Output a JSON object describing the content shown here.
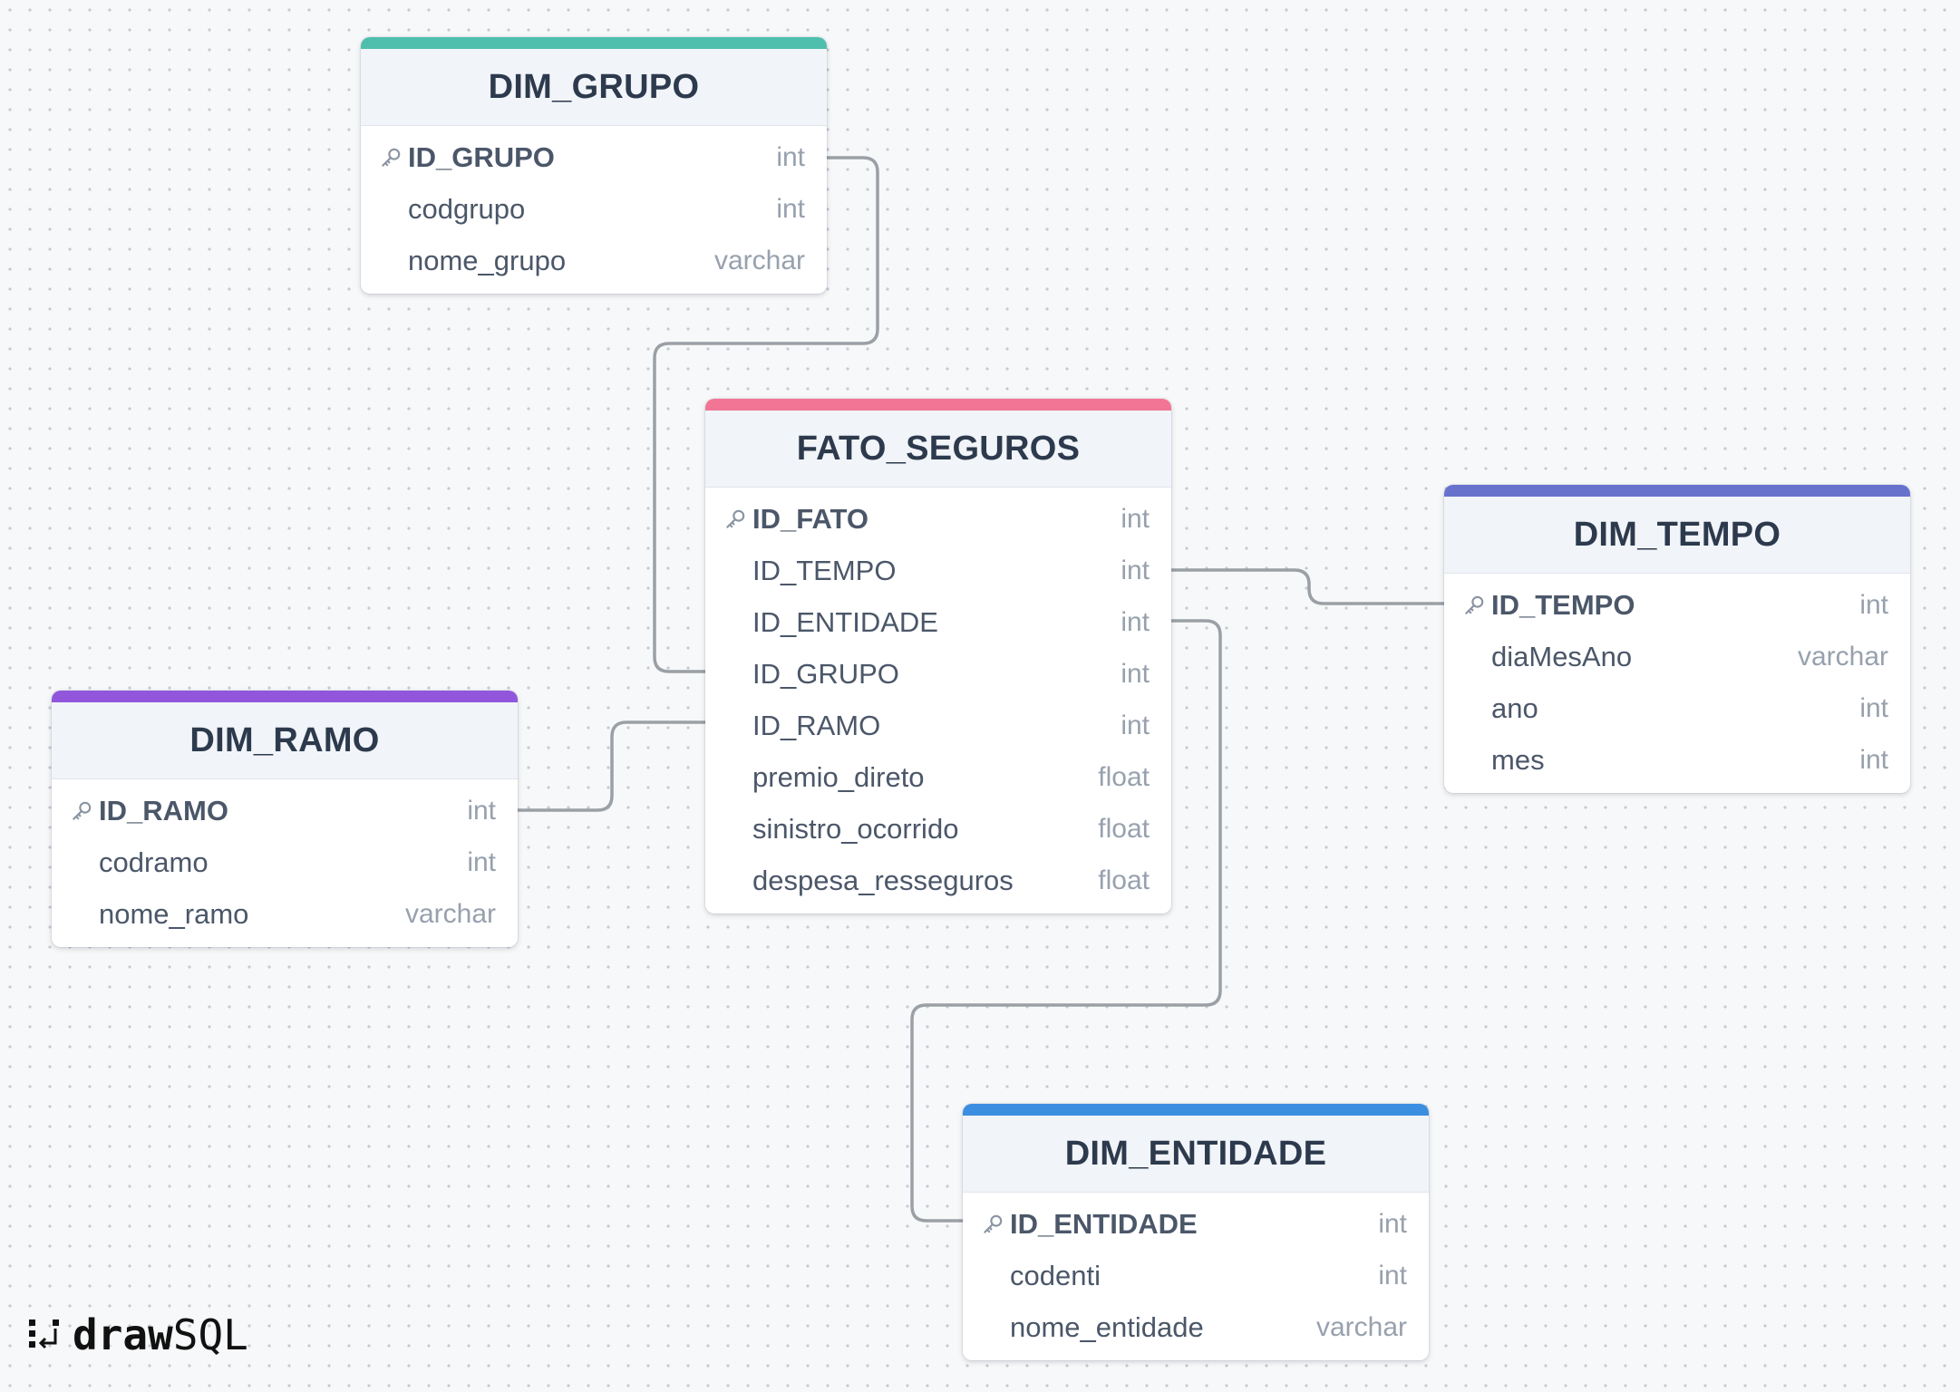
{
  "colors": {
    "DIM_GRUPO": "#4fbfad",
    "FATO_SEGUROS": "#f27596",
    "DIM_TEMPO": "#6672cc",
    "DIM_RAMO": "#9156dc",
    "DIM_ENTIDADE": "#3b8ee0",
    "connector": "#9aa0a6"
  },
  "icons": {
    "primary_key": "key-icon",
    "brand": "drawsql-logo-icon"
  },
  "tables": [
    {
      "name": "DIM_GRUPO",
      "columns": [
        {
          "name": "ID_GRUPO",
          "type": "int",
          "pk": true
        },
        {
          "name": "codgrupo",
          "type": "int",
          "pk": false
        },
        {
          "name": "nome_grupo",
          "type": "varchar",
          "pk": false
        }
      ]
    },
    {
      "name": "FATO_SEGUROS",
      "columns": [
        {
          "name": "ID_FATO",
          "type": "int",
          "pk": true
        },
        {
          "name": "ID_TEMPO",
          "type": "int",
          "pk": false
        },
        {
          "name": "ID_ENTIDADE",
          "type": "int",
          "pk": false
        },
        {
          "name": "ID_GRUPO",
          "type": "int",
          "pk": false
        },
        {
          "name": "ID_RAMO",
          "type": "int",
          "pk": false
        },
        {
          "name": "premio_direto",
          "type": "float",
          "pk": false
        },
        {
          "name": "sinistro_ocorrido",
          "type": "float",
          "pk": false
        },
        {
          "name": "despesa_resseguros",
          "type": "float",
          "pk": false
        }
      ]
    },
    {
      "name": "DIM_TEMPO",
      "columns": [
        {
          "name": "ID_TEMPO",
          "type": "int",
          "pk": true
        },
        {
          "name": "diaMesAno",
          "type": "varchar",
          "pk": false
        },
        {
          "name": "ano",
          "type": "int",
          "pk": false
        },
        {
          "name": "mes",
          "type": "int",
          "pk": false
        }
      ]
    },
    {
      "name": "DIM_RAMO",
      "columns": [
        {
          "name": "ID_RAMO",
          "type": "int",
          "pk": true
        },
        {
          "name": "codramo",
          "type": "int",
          "pk": false
        },
        {
          "name": "nome_ramo",
          "type": "varchar",
          "pk": false
        }
      ]
    },
    {
      "name": "DIM_ENTIDADE",
      "columns": [
        {
          "name": "ID_ENTIDADE",
          "type": "int",
          "pk": true
        },
        {
          "name": "codenti",
          "type": "int",
          "pk": false
        },
        {
          "name": "nome_entidade",
          "type": "varchar",
          "pk": false
        }
      ]
    }
  ],
  "relationships": [
    {
      "from": "FATO_SEGUROS.ID_GRUPO",
      "to": "DIM_GRUPO.ID_GRUPO"
    },
    {
      "from": "FATO_SEGUROS.ID_TEMPO",
      "to": "DIM_TEMPO.ID_TEMPO"
    },
    {
      "from": "FATO_SEGUROS.ID_RAMO",
      "to": "DIM_RAMO.ID_RAMO"
    },
    {
      "from": "FATO_SEGUROS.ID_ENTIDADE",
      "to": "DIM_ENTIDADE.ID_ENTIDADE"
    }
  ],
  "brand": {
    "bold": "draw",
    "light": "SQL"
  }
}
